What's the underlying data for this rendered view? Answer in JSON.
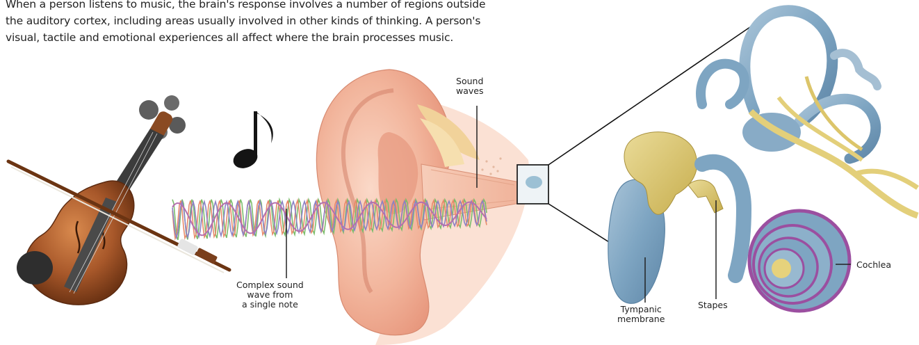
{
  "intro": {
    "line1": "When a person listens to music, the brain's response involves a number of regions outside",
    "line2": "the auditory cortex, including areas usually involved in other kinds of thinking. A person's",
    "line3": "visual, tactile and emotional experiences all affect where the brain processes music."
  },
  "labels": {
    "sound_waves": [
      "Sound",
      "waves"
    ],
    "complex_wave": [
      "Complex sound",
      "wave from",
      "a single note"
    ],
    "tympanic": [
      "Tympanic",
      "membrane"
    ],
    "stapes": "Stapes",
    "cochlea": "Cochlea"
  },
  "colors": {
    "violin": "#a0552a",
    "skin": "#f0b8a0",
    "inner_ear": "#7fa7c4",
    "bone": "#d8c46a",
    "cochlea_accent": "#9b4fa0"
  }
}
